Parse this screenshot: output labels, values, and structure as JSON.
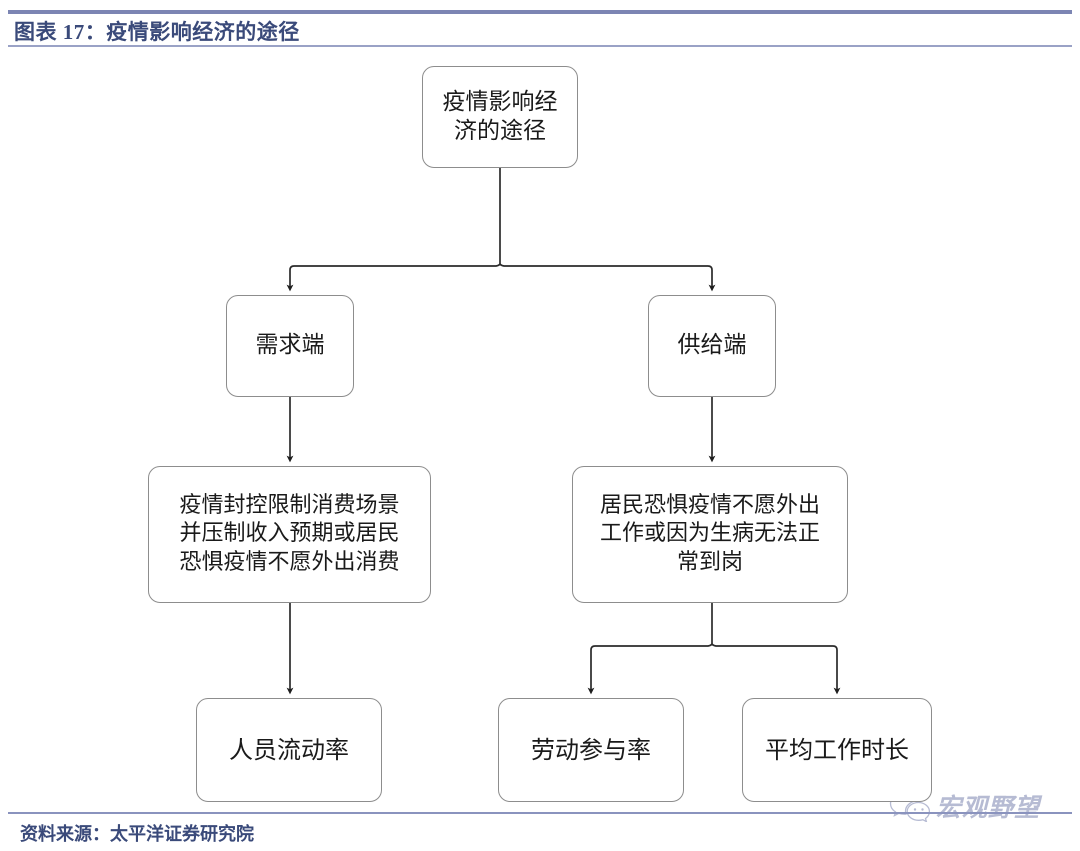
{
  "header": {
    "figure_label": "图表 17：",
    "title": "疫情影响经济的途径",
    "full_title": "图表 17：疫情影响经济的途径"
  },
  "footer": {
    "source": "资料来源：太平洋证券研究院"
  },
  "watermark": {
    "icon": "wechat-icon",
    "text": "宏观野望"
  },
  "diagram": {
    "type": "flowchart",
    "orientation": "top-down",
    "nodes": [
      {
        "id": "root",
        "label": "疫情影响经\n济的途径",
        "level": 0
      },
      {
        "id": "demand",
        "label": "需求端",
        "level": 1
      },
      {
        "id": "supply",
        "label": "供给端",
        "level": 1
      },
      {
        "id": "demand-desc",
        "label": "疫情封控限制消费场景\n并压制收入预期或居民\n恐惧疫情不愿外出消费",
        "level": 2
      },
      {
        "id": "supply-desc",
        "label": "居民恐惧疫情不愿外出\n工作或因为生病无法正\n常到岗",
        "level": 2
      },
      {
        "id": "mobility",
        "label": "人员流动率",
        "level": 3
      },
      {
        "id": "labor",
        "label": "劳动参与率",
        "level": 3
      },
      {
        "id": "hours",
        "label": "平均工作时长",
        "level": 3
      }
    ],
    "edges": [
      {
        "from": "root",
        "to": "demand"
      },
      {
        "from": "root",
        "to": "supply"
      },
      {
        "from": "demand",
        "to": "demand-desc"
      },
      {
        "from": "supply",
        "to": "supply-desc"
      },
      {
        "from": "demand-desc",
        "to": "mobility"
      },
      {
        "from": "supply-desc",
        "to": "labor"
      },
      {
        "from": "supply-desc",
        "to": "hours"
      }
    ]
  },
  "colors": {
    "accent_rule": "#8a93be",
    "title_text": "#3a4a7a",
    "node_border": "#8d8d8d",
    "node_fill": "#ffffff",
    "connector": "#2b2b2b",
    "watermark": "#7b84b0"
  }
}
